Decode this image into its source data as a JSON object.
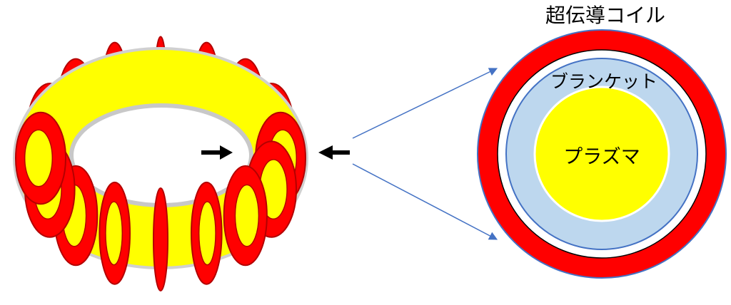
{
  "labels": {
    "coil": "超伝導コイル",
    "blanket": "ブランケット",
    "plasma": "プラズマ"
  },
  "colors": {
    "coil": "#ff0000",
    "coil_edge": "#b40000",
    "plasma": "#ffff00",
    "blanket": "#bdd7ee",
    "outline": "#4472c4",
    "arrow": "#000000"
  },
  "icons": {
    "pointer_right": "arrow-right-icon",
    "pointer_left": "arrow-left-icon"
  }
}
